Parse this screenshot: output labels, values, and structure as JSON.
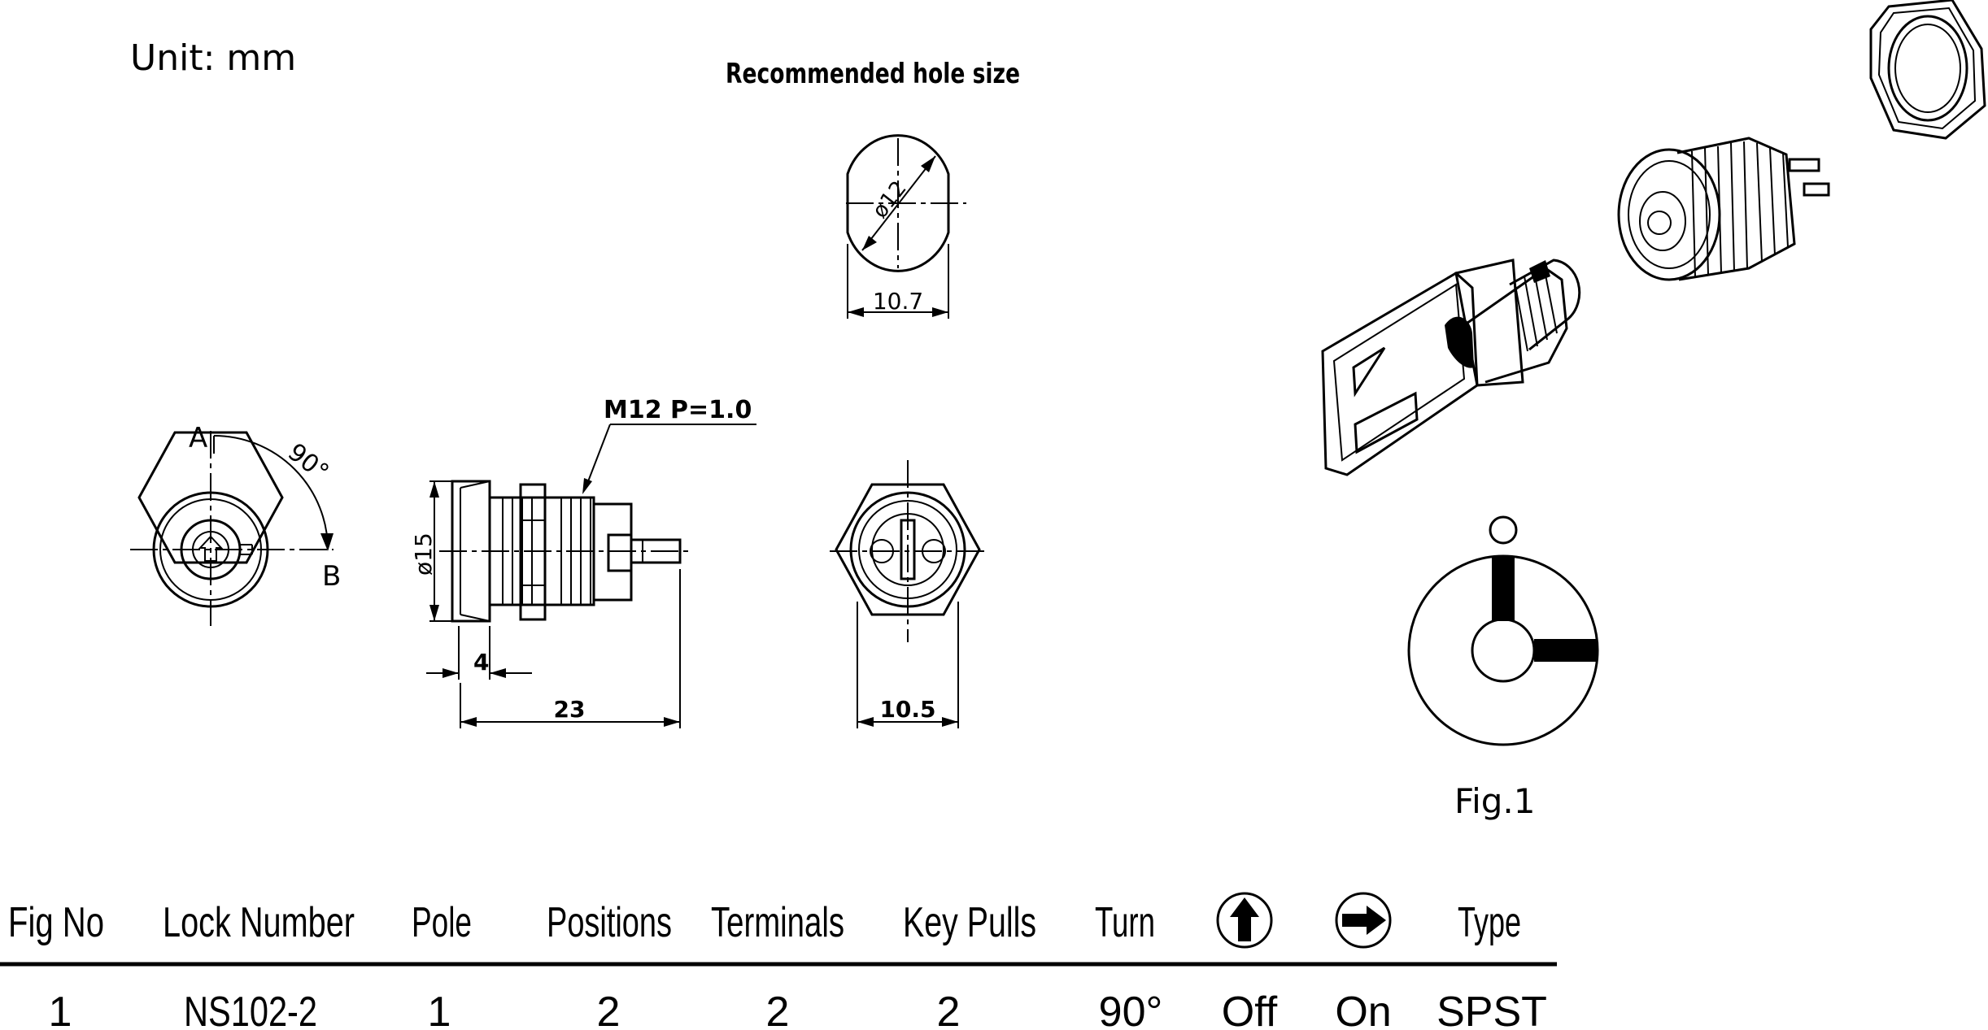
{
  "unit_label": "Unit:  mm",
  "hole_title": "Recommended  hole  size",
  "hole": {
    "diameter": "ø12",
    "width": "10.7"
  },
  "front": {
    "label_a": "A",
    "label_b": "B",
    "angle": "90°"
  },
  "side": {
    "thread": "M12  P=1.0",
    "diameter": "ø15",
    "flange": "4",
    "length": "23"
  },
  "rear": {
    "width": "10.5"
  },
  "fig_label": "Fig.1",
  "table": {
    "headers": [
      "Fig No",
      "Lock Number",
      "Pole",
      "Positions",
      "Terminals",
      "Key Pulls",
      "Turn",
      "",
      "",
      "Type"
    ],
    "header_icons": [
      "arrow-up-circle-icon",
      "arrow-right-circle-icon"
    ],
    "row": [
      "1",
      "NS102-2",
      "1",
      "2",
      "2",
      "2",
      "90°",
      "Off",
      "On",
      "SPST"
    ]
  }
}
